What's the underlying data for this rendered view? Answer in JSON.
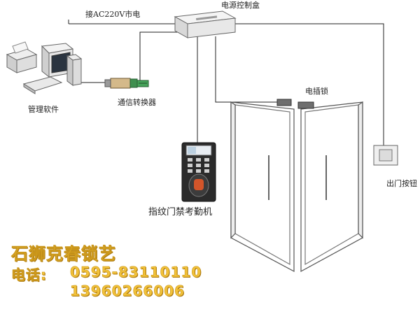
{
  "labels": {
    "power_supply": "接AC220V市电",
    "power_box": "电源控制盒",
    "software": "管理软件",
    "converter": "通信转换器",
    "lock": "电插锁",
    "exit_button": "出门按钮",
    "reader": "指纹门禁考勤机"
  },
  "watermark": {
    "company": "石狮克春锁艺",
    "phone_label": "电话:",
    "phone1": "0595-83110110",
    "phone2": "13960266006"
  },
  "colors": {
    "line": "#222222",
    "door_stroke": "#555555",
    "gold": "#f2c23a"
  },
  "icons": [
    "computer-icon",
    "printer-icon",
    "converter-icon",
    "power-box-icon",
    "fingerprint-reader-icon",
    "electric-lock-icon",
    "exit-button-icon",
    "door-icon"
  ]
}
